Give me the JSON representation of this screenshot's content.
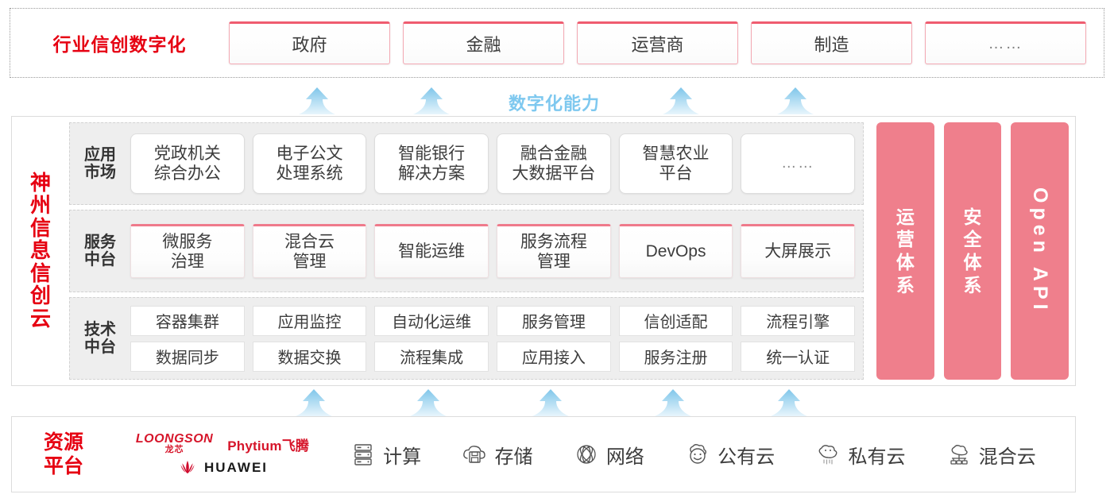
{
  "colors": {
    "brand_red": "#e60012",
    "pink_pillar": "#ef7f8c",
    "card_top_border": "#ef5c70",
    "arrow_blue": "#9ed6f3",
    "capability_text": "#7ec8ef"
  },
  "industry": {
    "title": "行业信创数字化",
    "cards": [
      {
        "label": "政府"
      },
      {
        "label": "金融"
      },
      {
        "label": "运营商"
      },
      {
        "label": "制造"
      },
      {
        "label": "……"
      }
    ]
  },
  "capability": {
    "label": "数字化能力",
    "arrow_count_top": 4,
    "arrow_count_bottom": 5
  },
  "cloud": {
    "title_chars": [
      "神",
      "州",
      "信",
      "息",
      "信",
      "创",
      "云"
    ],
    "layers": [
      {
        "label": "应用市场",
        "label_lines": [
          "应用",
          "市场"
        ],
        "card_style": "rounded-white",
        "cards": [
          {
            "lines": [
              "党政机关",
              "综合办公"
            ]
          },
          {
            "lines": [
              "电子公文",
              "处理系统"
            ]
          },
          {
            "lines": [
              "智能银行",
              "解决方案"
            ]
          },
          {
            "lines": [
              "融合金融",
              "大数据平台"
            ]
          },
          {
            "lines": [
              "智慧农业",
              "平台"
            ]
          },
          {
            "lines": [
              "……"
            ],
            "dots": true
          }
        ]
      },
      {
        "label": "服务中台",
        "label_lines": [
          "服务",
          "中台"
        ],
        "card_style": "pink-top",
        "cards": [
          {
            "lines": [
              "微服务",
              "治理"
            ]
          },
          {
            "lines": [
              "混合云",
              "管理"
            ]
          },
          {
            "lines": [
              "智能运维"
            ]
          },
          {
            "lines": [
              "服务流程",
              "管理"
            ]
          },
          {
            "lines": [
              "DevOps"
            ]
          },
          {
            "lines": [
              "大屏展示"
            ]
          }
        ]
      },
      {
        "label": "技术中台",
        "label_lines": [
          "技术",
          "中台"
        ],
        "card_style": "plain-grid",
        "rows": [
          [
            "容器集群",
            "应用监控",
            "自动化运维",
            "服务管理",
            "信创适配",
            "流程引擎"
          ],
          [
            "数据同步",
            "数据交换",
            "流程集成",
            "应用接入",
            "服务注册",
            "统一认证"
          ]
        ]
      }
    ],
    "pillars": [
      {
        "text": "运营体系",
        "chars": [
          "运",
          "营",
          "体",
          "系"
        ],
        "orientation": "vertical-cn"
      },
      {
        "text": "安全体系",
        "chars": [
          "安",
          "全",
          "体",
          "系"
        ],
        "orientation": "vertical-cn"
      },
      {
        "text": "Open API",
        "orientation": "vertical-en"
      }
    ]
  },
  "resource": {
    "title_lines": [
      "资源",
      "平台"
    ],
    "logos": [
      {
        "name": "loongson-logo",
        "en": "LOONGSON",
        "cn": "龙芯"
      },
      {
        "name": "phytium-logo",
        "text": "Phytium飞腾"
      },
      {
        "name": "huawei-logo",
        "text": "HUAWEI"
      }
    ],
    "items": [
      {
        "icon": "server-icon",
        "label": "计算"
      },
      {
        "icon": "cloud-storage-icon",
        "label": "存储"
      },
      {
        "icon": "network-icon",
        "label": "网络"
      },
      {
        "icon": "public-cloud-icon",
        "label": "公有云"
      },
      {
        "icon": "private-cloud-icon",
        "label": "私有云"
      },
      {
        "icon": "hybrid-cloud-icon",
        "label": "混合云"
      }
    ]
  }
}
